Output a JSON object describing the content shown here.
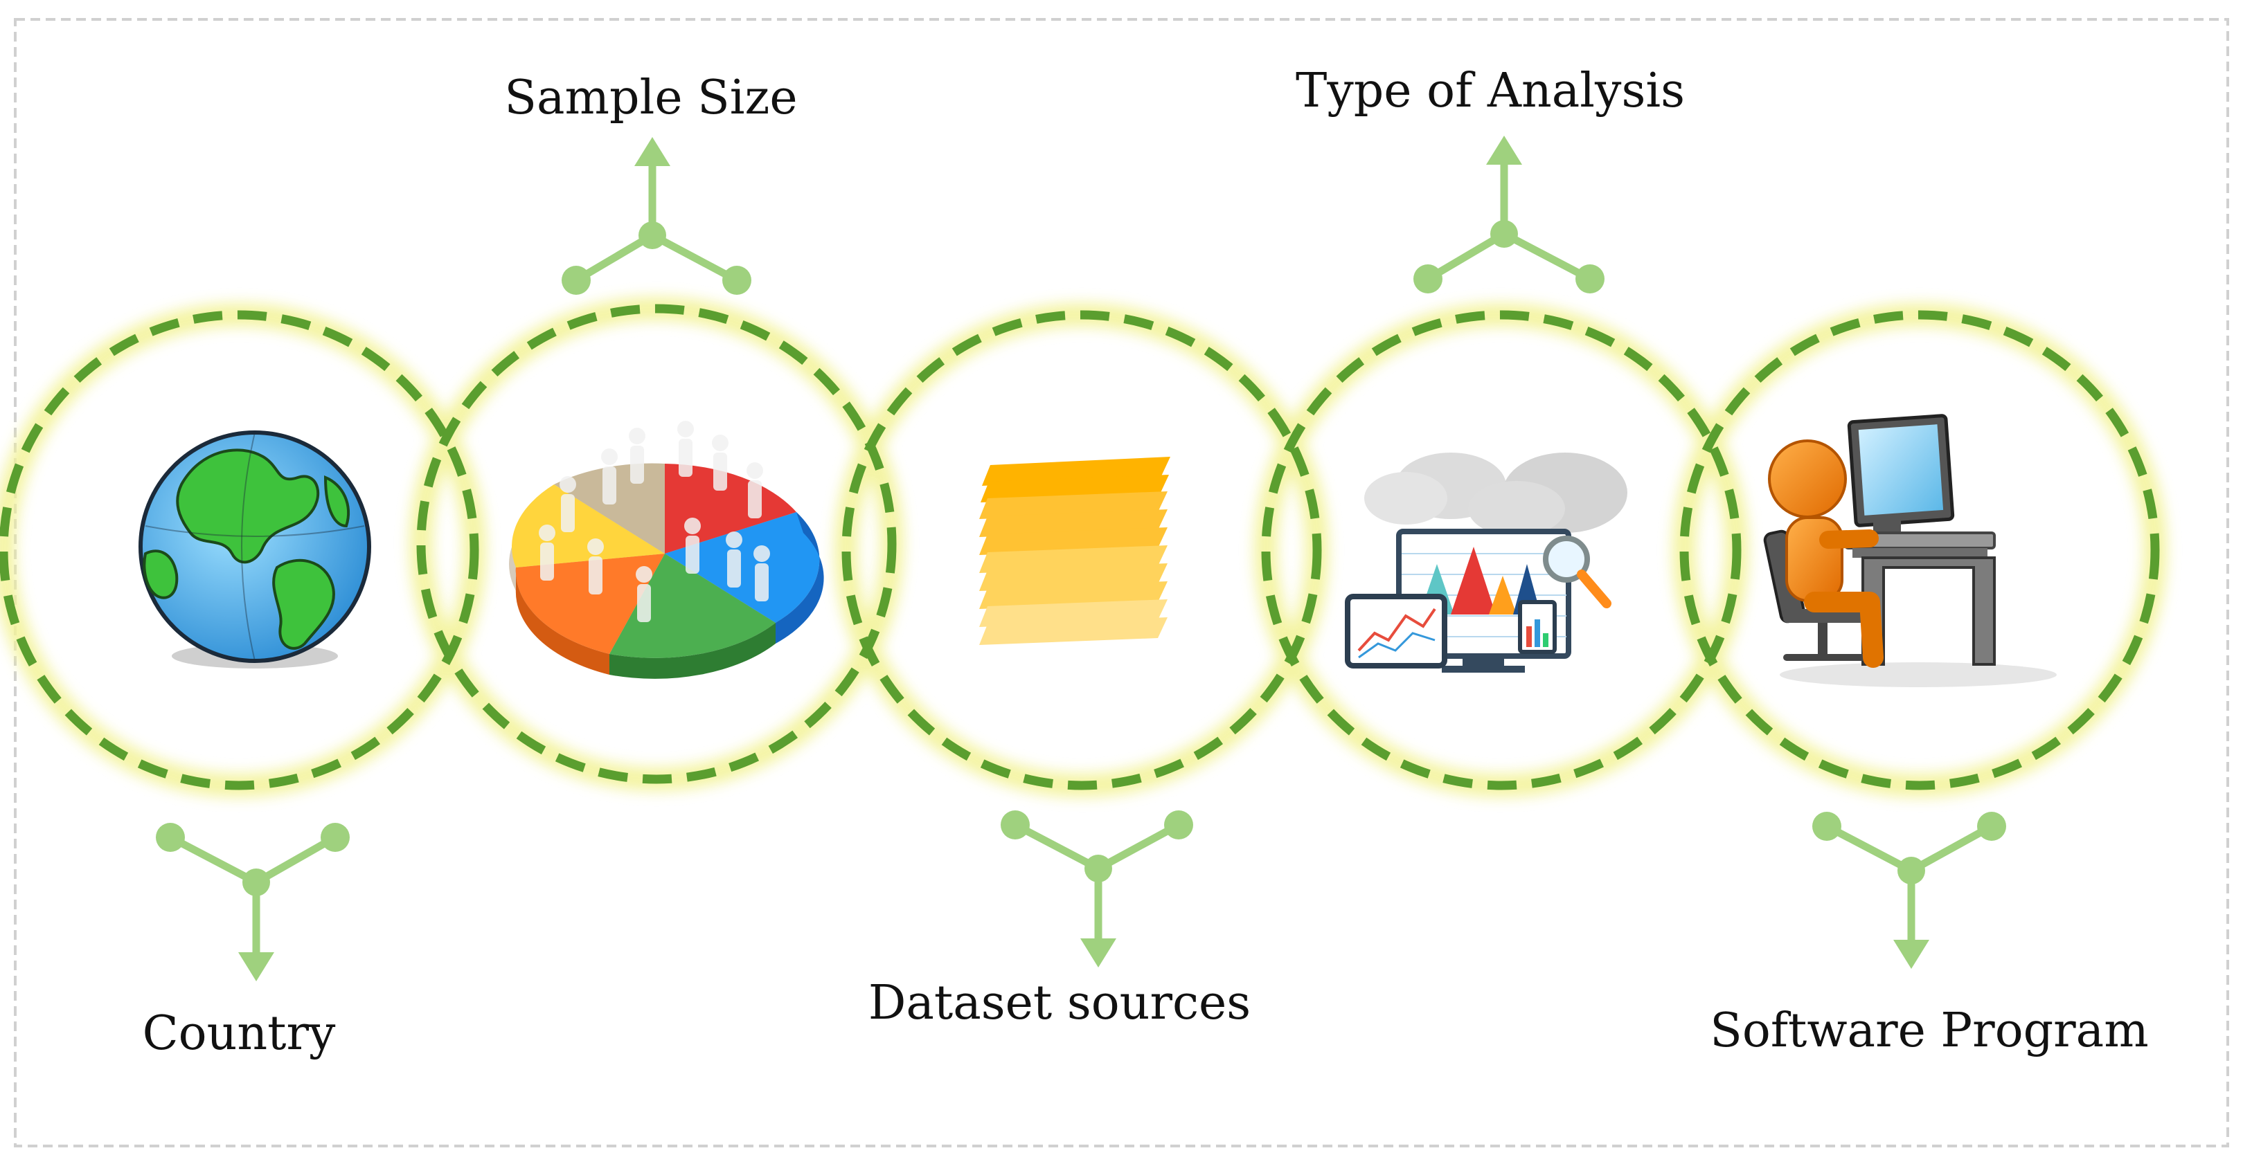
{
  "labels": {
    "sample_size": "Sample Size",
    "type_of_analysis": "Type of Analysis",
    "country": "Country",
    "dataset_sources": "Dataset sources",
    "software_program": "Software Program"
  },
  "icons": [
    "globe-icon",
    "people-pie-chart-icon",
    "layered-data-stack-icon",
    "analytics-dashboard-icon",
    "person-at-computer-icon"
  ],
  "colors": {
    "ring_dash": "#5a9e2f",
    "ring_glow": "#f3f39a",
    "connector": "#9fd17e",
    "frame": "#d0d0d0"
  }
}
